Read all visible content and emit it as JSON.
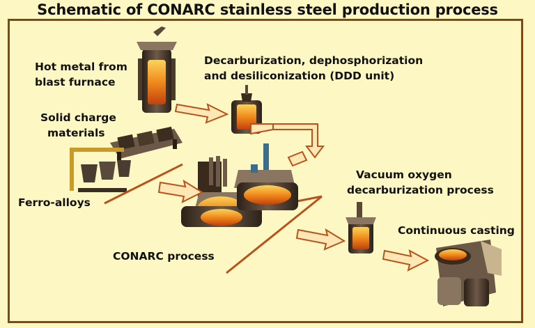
{
  "title": "Schematic of CONARC stainless steel production process",
  "labels": {
    "hot_metal_line1": "Hot metal from",
    "hot_metal_line2": "blast furnace",
    "ddd_line1": "Decarburization, dephosphorization",
    "ddd_line2": "and desiliconization (DDD unit)",
    "solid_line1": "Solid charge",
    "solid_line2": "materials",
    "ferro": "Ferro-alloys",
    "vod_line1": "Vacuum oxygen",
    "vod_line2": "decarburization process",
    "conarc": "CONARC process",
    "casting": "Continuous casting"
  },
  "colors": {
    "background": "#fdf7c4",
    "frame": "#7b4a17",
    "arrow_outline": "#b8521a",
    "equipment_dark": "#3a2a1c",
    "molten": "#e8610f",
    "molten_light": "#f9b233"
  }
}
